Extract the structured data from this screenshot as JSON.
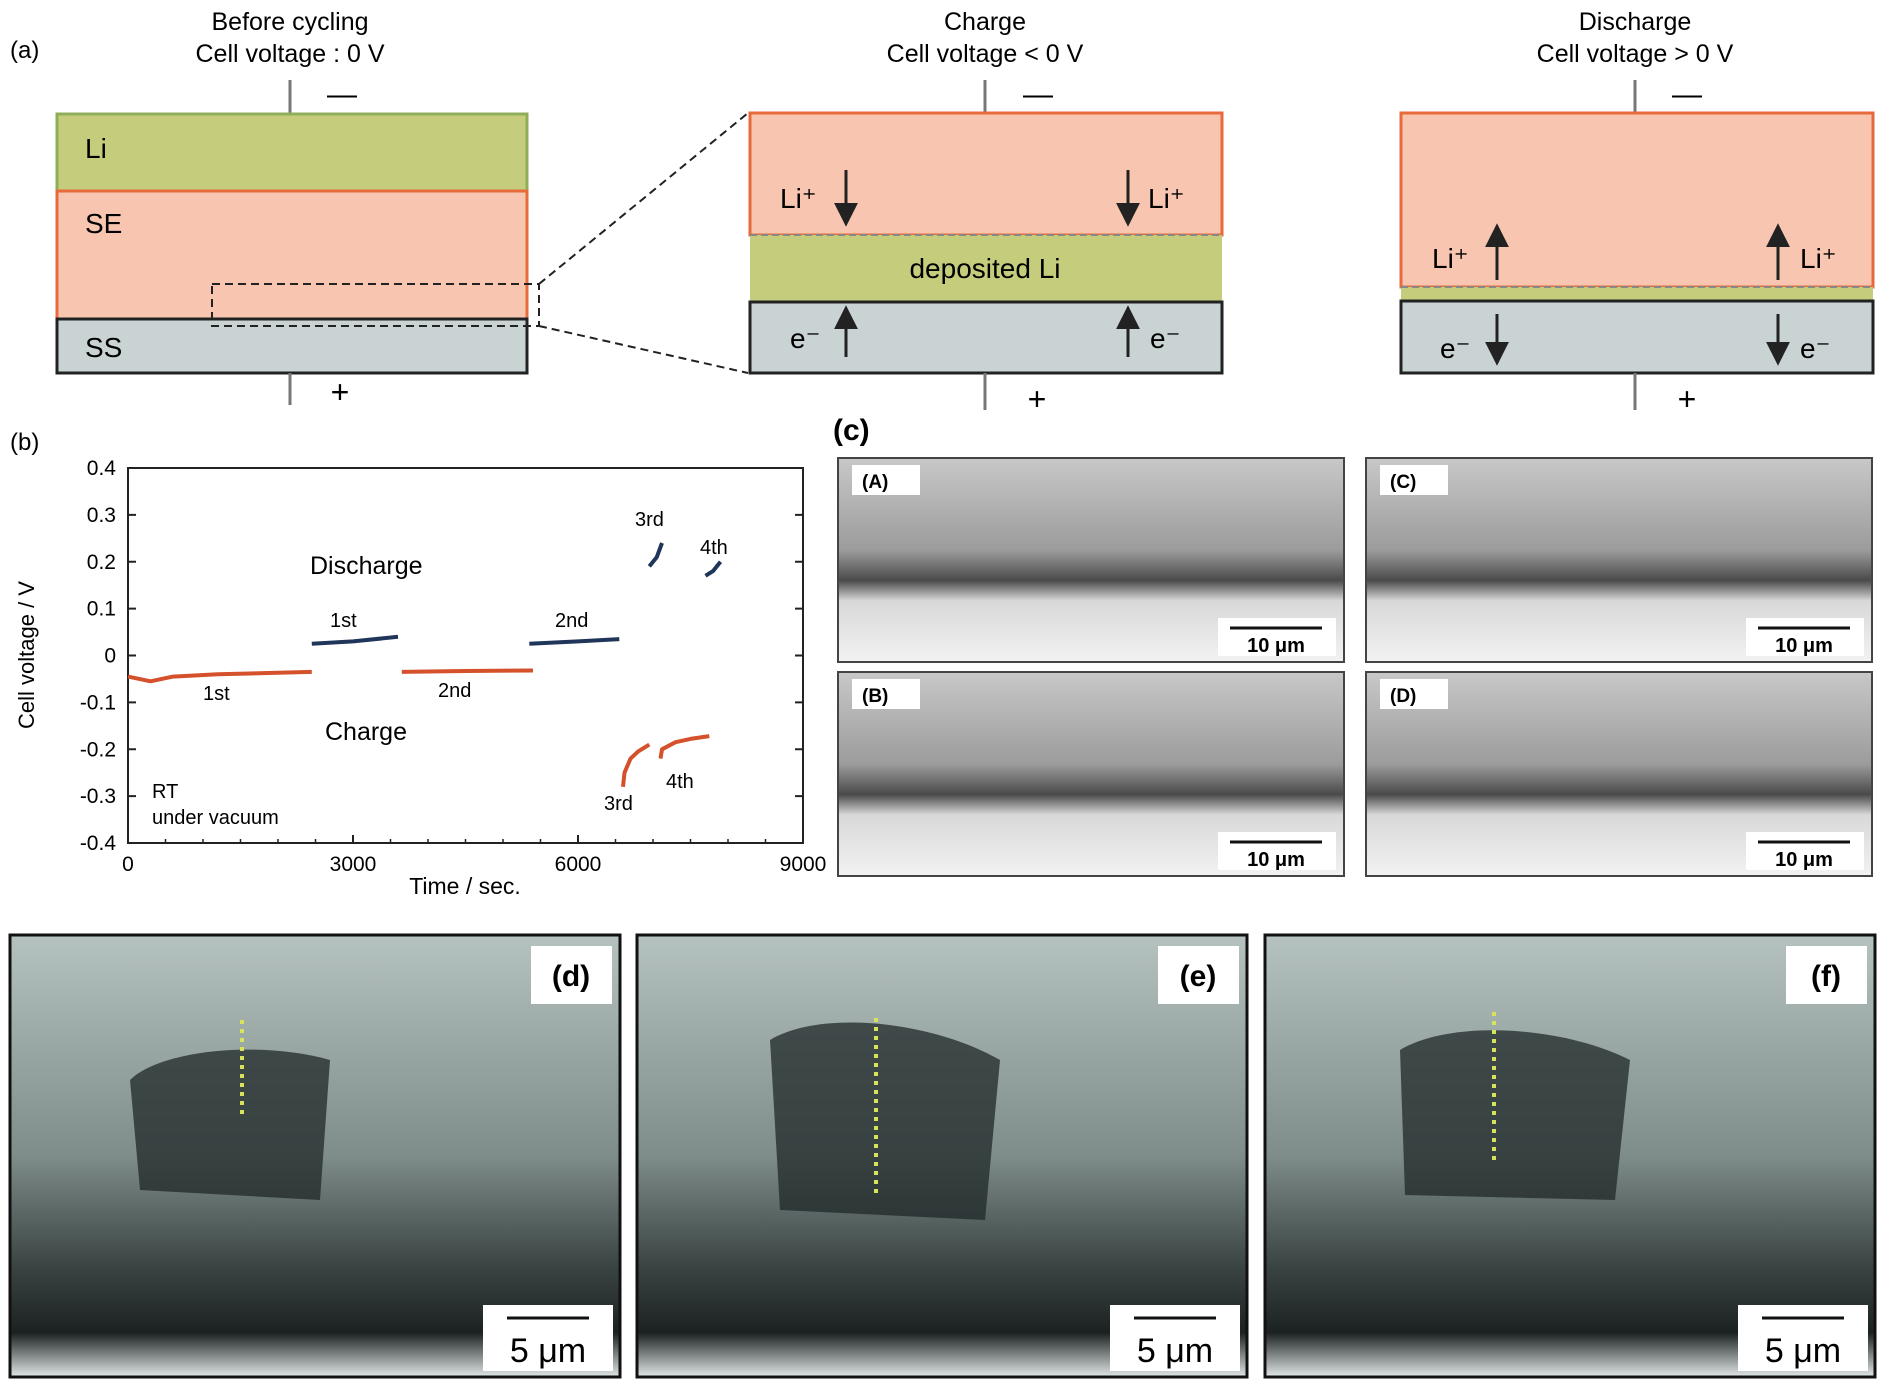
{
  "panel_a": {
    "label": "(a)",
    "before": {
      "title1": "Before cycling",
      "title2": "Cell voltage : 0 V",
      "li": "Li",
      "se": "SE",
      "ss": "SS",
      "minus": "—",
      "plus": "+"
    },
    "charge": {
      "title1": "Charge",
      "title2": "Cell voltage < 0 V",
      "li_ion": "Li⁺",
      "deposited": "deposited Li",
      "electron": "e⁻",
      "minus": "—",
      "plus": "+"
    },
    "discharge": {
      "title1": "Discharge",
      "title2": "Cell voltage > 0 V",
      "li_ion": "Li⁺",
      "electron": "e⁻",
      "minus": "—",
      "plus": "+"
    },
    "colors": {
      "li": "#c5cd7d",
      "se": "#f8c6b0",
      "ss": "#c9d3d3",
      "se_edge": "#e66a3a",
      "li_edge": "#8fae5a"
    }
  },
  "panel_b": {
    "label": "(b)",
    "ylabel": "Cell voltage / V",
    "xlabel": "Time / sec.",
    "yticks": [
      "0.4",
      "0.3",
      "0.2",
      "0.1",
      "0",
      "-0.1",
      "-0.2",
      "-0.3",
      "-0.4"
    ],
    "xticks": [
      "0",
      "3000",
      "6000",
      "9000"
    ],
    "text_discharge": "Discharge",
    "text_charge": "Charge",
    "text_condition1": "RT",
    "text_condition2": "under vacuum",
    "cycle_labels": {
      "d1": "1st",
      "d2": "2nd",
      "d3": "3rd",
      "d4": "4th",
      "c1": "1st",
      "c2": "2nd",
      "c3": "3rd",
      "c4": "4th"
    }
  },
  "chart_data": {
    "type": "line",
    "xlabel": "Time / sec.",
    "ylabel": "Cell voltage / V",
    "xlim": [
      0,
      9000
    ],
    "ylim": [
      -0.4,
      0.4
    ],
    "grid": false,
    "series": [
      {
        "name": "Charge",
        "color": "#d4512b",
        "segments": [
          {
            "cycle": "1st",
            "points": [
              [
                0,
                -0.045
              ],
              [
                150,
                -0.05
              ],
              [
                300,
                -0.055
              ],
              [
                600,
                -0.045
              ],
              [
                1200,
                -0.04
              ],
              [
                2000,
                -0.037
              ],
              [
                2450,
                -0.035
              ]
            ]
          },
          {
            "cycle": "2nd",
            "points": [
              [
                3650,
                -0.035
              ],
              [
                4500,
                -0.033
              ],
              [
                5400,
                -0.032
              ]
            ]
          },
          {
            "cycle": "3rd",
            "points": [
              [
                6600,
                -0.28
              ],
              [
                6620,
                -0.25
              ],
              [
                6700,
                -0.22
              ],
              [
                6800,
                -0.205
              ],
              [
                6950,
                -0.19
              ]
            ]
          },
          {
            "cycle": "4th",
            "points": [
              [
                7100,
                -0.22
              ],
              [
                7120,
                -0.2
              ],
              [
                7300,
                -0.185
              ],
              [
                7500,
                -0.178
              ],
              [
                7750,
                -0.172
              ]
            ]
          }
        ]
      },
      {
        "name": "Discharge",
        "color": "#1f3559",
        "segments": [
          {
            "cycle": "1st",
            "points": [
              [
                2450,
                0.025
              ],
              [
                3000,
                0.03
              ],
              [
                3600,
                0.04
              ]
            ]
          },
          {
            "cycle": "2nd",
            "points": [
              [
                5350,
                0.025
              ],
              [
                6000,
                0.03
              ],
              [
                6550,
                0.035
              ]
            ]
          },
          {
            "cycle": "3rd",
            "points": [
              [
                6950,
                0.19
              ],
              [
                7050,
                0.21
              ],
              [
                7120,
                0.24
              ]
            ]
          },
          {
            "cycle": "4th",
            "points": [
              [
                7700,
                0.17
              ],
              [
                7800,
                0.18
              ],
              [
                7900,
                0.2
              ]
            ]
          }
        ]
      }
    ]
  },
  "panel_c": {
    "label": "(c)",
    "images": [
      {
        "label": "(A)",
        "scale": "10 μm"
      },
      {
        "label": "(C)",
        "scale": "10 μm"
      },
      {
        "label": "(B)",
        "scale": "10 μm"
      },
      {
        "label": "(D)",
        "scale": "10 μm"
      }
    ]
  },
  "panel_def": {
    "images": [
      {
        "label": "(d)",
        "scale": "5 μm"
      },
      {
        "label": "(e)",
        "scale": "5 μm"
      },
      {
        "label": "(f)",
        "scale": "5 μm"
      }
    ]
  }
}
